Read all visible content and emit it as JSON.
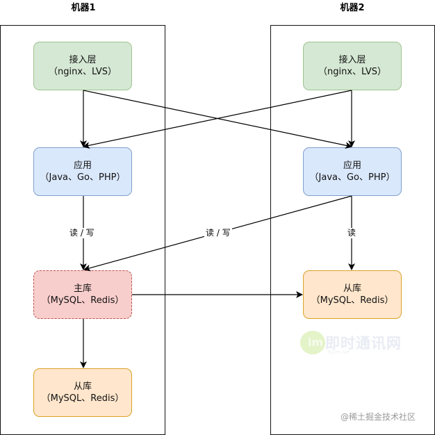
{
  "machines": [
    {
      "title": "机器1"
    },
    {
      "title": "机器2"
    }
  ],
  "nodes": {
    "m1_access": {
      "line1": "接入层",
      "line2": "（nginx、LVS）"
    },
    "m1_app": {
      "line1": "应用",
      "line2": "（Java、Go、PHP）"
    },
    "m1_master": {
      "line1": "主库",
      "line2": "（MySQL、Redis）"
    },
    "m1_replica": {
      "line1": "从库",
      "line2": "（MySQL、Redis）"
    },
    "m2_access": {
      "line1": "接入层",
      "line2": "（nginx、LVS）"
    },
    "m2_app": {
      "line1": "应用",
      "line2": "（Java、Go、PHP）"
    },
    "m2_replica": {
      "line1": "从库",
      "line2": "（MySQL、Redis）"
    }
  },
  "edge_labels": {
    "m1_app_to_master": "读 / 写",
    "m2_app_to_master": "读 / 写",
    "m2_app_to_replica": "读"
  },
  "watermark": {
    "logo_letter": "im",
    "name": "即时通讯网",
    "site": "52im.net"
  },
  "credit": "@稀土掘金技术社区",
  "colors": {
    "access_fill": "#d5e8d4",
    "app_fill": "#dae8fc",
    "master_fill": "#f8cecc",
    "replica_fill": "#ffe6cc",
    "lane_border": "#111111",
    "arrow": "#000000"
  }
}
